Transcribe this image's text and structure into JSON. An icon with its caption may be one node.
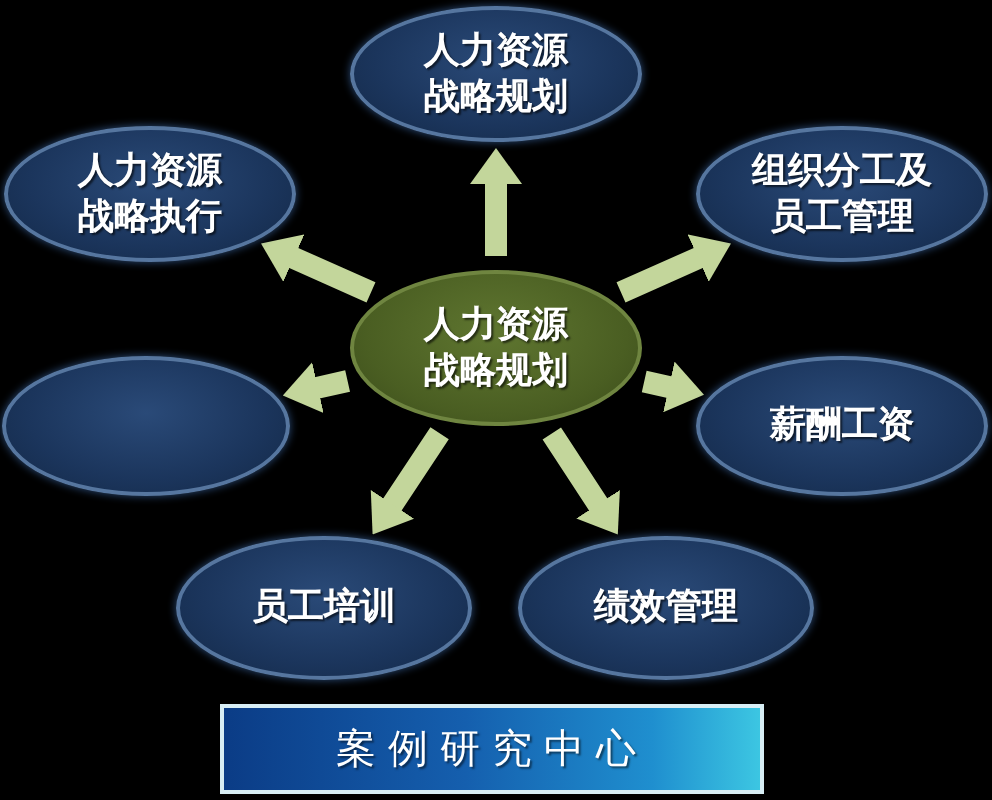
{
  "diagram": {
    "nodes": [
      {
        "text": [
          "人力资源战略规划"
        ]
      },
      {
        "text": [
          "人力资源战略执行"
        ]
      },
      {
        "text": [
          "组织分工及员工管理"
        ]
      },
      {
        "text": [
          "人力资源战略规划"
        ]
      },
      {
        "text": [],
        "shape": "ellipse"
      },
      {
        "text": [
          "薪酬工资"
        ]
      },
      {
        "text": [
          "员工培训"
        ]
      },
      {
        "text": [
          "绩效管理"
        ]
      }
    ],
    "edges": [
      {
        "from": 3,
        "to": 0,
        "arrow": "to"
      },
      {
        "from": 3,
        "to": 1,
        "arrow": "to"
      },
      {
        "from": 3,
        "to": 2,
        "arrow": "to"
      },
      {
        "from": 3,
        "to": 4,
        "arrow": "to"
      },
      {
        "from": 3,
        "to": 5,
        "arrow": "to"
      },
      {
        "from": 3,
        "to": 6,
        "arrow": "to"
      },
      {
        "from": 3,
        "to": 7,
        "arrow": "to"
      }
    ],
    "labels": [
      "案例研究中心"
    ]
  }
}
